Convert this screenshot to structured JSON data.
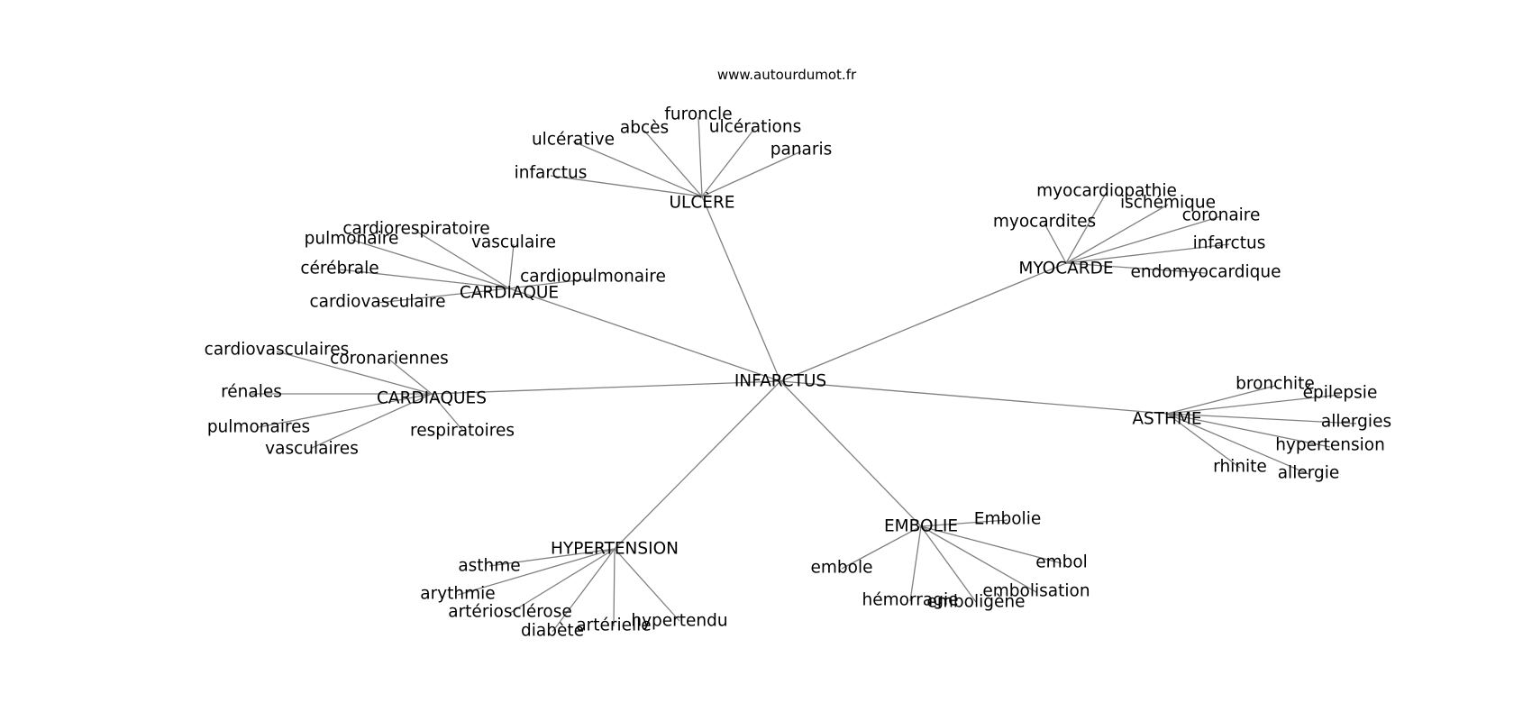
{
  "credit": "www.autourdumot.fr",
  "colors": {
    "edge": "#808080",
    "text": "#000000",
    "background": "#ffffff"
  },
  "graph": {
    "center": "INFARCTUS",
    "clusters": [
      {
        "hub": "ULCÈRE",
        "leaves": [
          "furoncle",
          "abcès",
          "ulcérations",
          "ulcérative",
          "panaris",
          "infarctus"
        ]
      },
      {
        "hub": "MYOCARDE",
        "leaves": [
          "myocardiopathie",
          "ischémique",
          "myocardites",
          "coronaire",
          "infarctus",
          "endomyocardique"
        ]
      },
      {
        "hub": "CARDIAQUE",
        "leaves": [
          "cardiorespiratoire",
          "pulmonaire",
          "vasculaire",
          "cérébrale",
          "cardiopulmonaire",
          "cardiovasculaire"
        ]
      },
      {
        "hub": "CARDIAQUES",
        "leaves": [
          "cardiovasculaires",
          "coronariennes",
          "rénales",
          "pulmonaires",
          "respiratoires",
          "vasculaires"
        ]
      },
      {
        "hub": "ASTHME",
        "leaves": [
          "bronchite",
          "épilepsie",
          "allergies",
          "hypertension",
          "rhinite",
          "allergie"
        ]
      },
      {
        "hub": "EMBOLIE",
        "leaves": [
          "Embolie",
          "embole",
          "embol",
          "embolisation",
          "hémorragie",
          "emboligène"
        ]
      },
      {
        "hub": "HYPERTENSION",
        "leaves": [
          "asthme",
          "arythmie",
          "artériosclérose",
          "diabète",
          "artérielle",
          "hypertendu"
        ]
      }
    ]
  }
}
